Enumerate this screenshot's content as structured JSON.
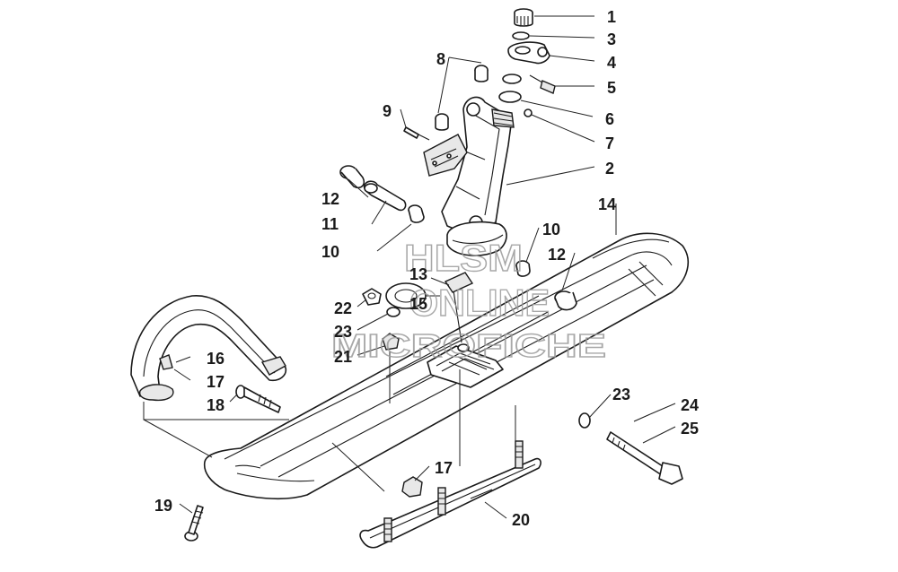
{
  "watermark": {
    "line1": "HLSM",
    "line2": "ONLINE",
    "line3": "MICROFICHE"
  },
  "callouts": [
    {
      "id": "c1",
      "text": "1"
    },
    {
      "id": "c3",
      "text": "3"
    },
    {
      "id": "c4",
      "text": "4"
    },
    {
      "id": "c5",
      "text": "5"
    },
    {
      "id": "c8",
      "text": "8"
    },
    {
      "id": "c6",
      "text": "6"
    },
    {
      "id": "c9",
      "text": "9"
    },
    {
      "id": "c7",
      "text": "7"
    },
    {
      "id": "c2",
      "text": "2"
    },
    {
      "id": "c14",
      "text": "14"
    },
    {
      "id": "c12a",
      "text": "12"
    },
    {
      "id": "c11",
      "text": "11"
    },
    {
      "id": "c10a",
      "text": "10"
    },
    {
      "id": "c10b",
      "text": "10"
    },
    {
      "id": "c12b",
      "text": "12"
    },
    {
      "id": "c13",
      "text": "13"
    },
    {
      "id": "c15",
      "text": "15"
    },
    {
      "id": "c22",
      "text": "22"
    },
    {
      "id": "c23a",
      "text": "23"
    },
    {
      "id": "c21",
      "text": "21"
    },
    {
      "id": "c16",
      "text": "16"
    },
    {
      "id": "c17a",
      "text": "17"
    },
    {
      "id": "c18",
      "text": "18"
    },
    {
      "id": "c23b",
      "text": "23"
    },
    {
      "id": "c24",
      "text": "24"
    },
    {
      "id": "c25",
      "text": "25"
    },
    {
      "id": "c17b",
      "text": "17"
    },
    {
      "id": "c19",
      "text": "19"
    },
    {
      "id": "c20",
      "text": "20"
    }
  ]
}
